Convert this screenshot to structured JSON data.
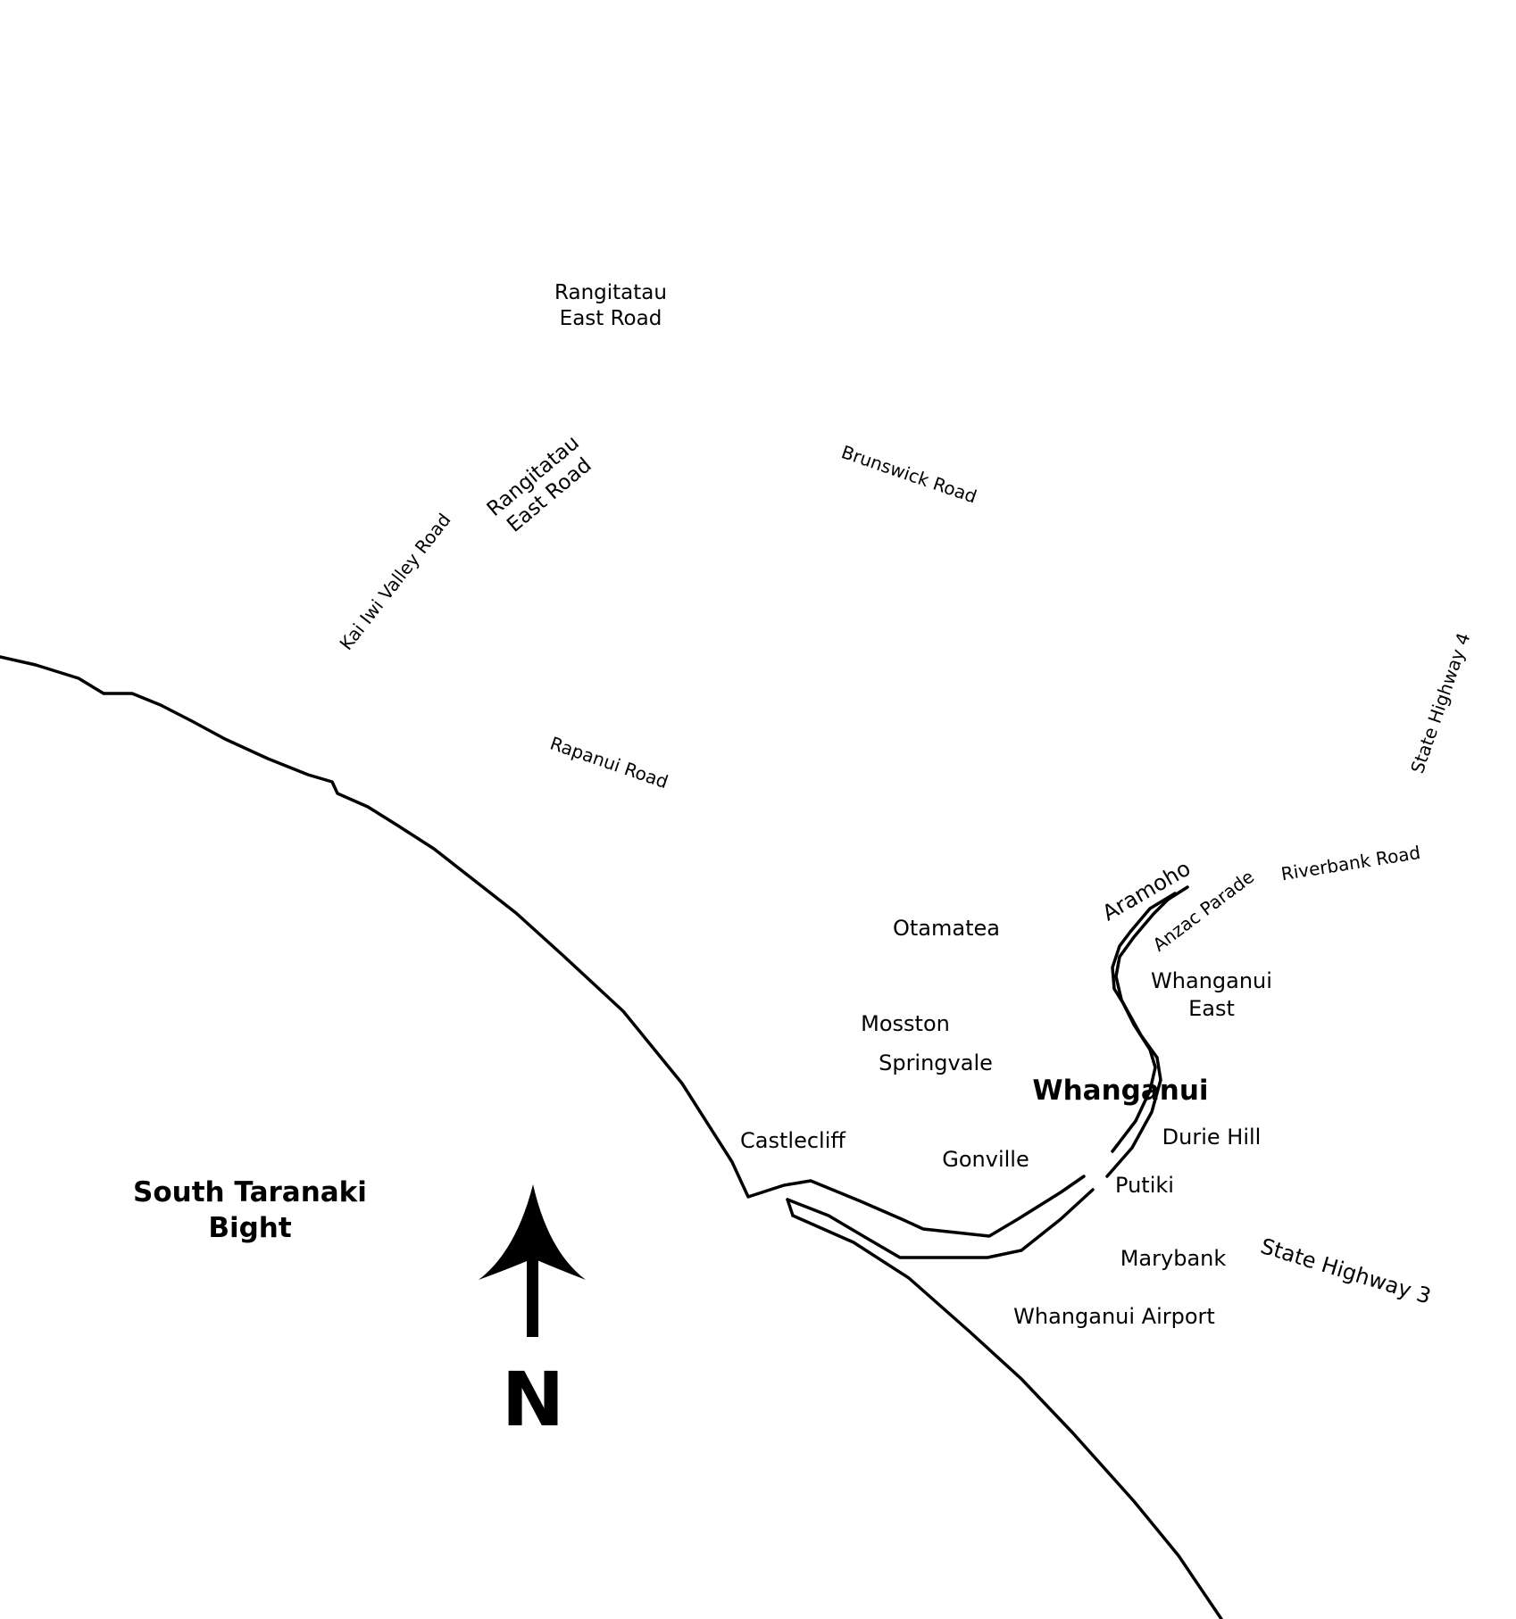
{
  "map": {
    "places": {
      "rangitatau_east_road_top_line1": "Rangitatau",
      "rangitatau_east_road_top_line2": "East Road",
      "rangitatau_east_road_rot_line1": "Rangitatau",
      "rangitatau_east_road_rot_line2": "East Road",
      "brunswick_road": "Brunswick Road",
      "kai_iwi_valley_road": "Kai Iwi Valley Road",
      "state_highway_4": "State Highway 4",
      "rapanui_road": "Rapanui Road",
      "riverbank_road": "Riverbank Road",
      "aramoho": "Aramoho",
      "anzac_parade": "Anzac Parade",
      "otamatea": "Otamatea",
      "whanganui_east_line1": "Whanganui",
      "whanganui_east_line2": "East",
      "mosston": "Mosston",
      "springvale": "Springvale",
      "whanganui": "Whanganui",
      "castlecliff": "Castlecliff",
      "durie_hill": "Durie Hill",
      "gonville": "Gonville",
      "putiki": "Putiki",
      "south_taranaki_bight_line1": "South Taranaki",
      "south_taranaki_bight_line2": "Bight",
      "marybank": "Marybank",
      "state_highway_3": "State Highway 3",
      "whanganui_airport": "Whanganui Airport"
    },
    "north_arrow_label": "N",
    "colors": {
      "background": "#ffffff",
      "ink": "#000000"
    }
  }
}
